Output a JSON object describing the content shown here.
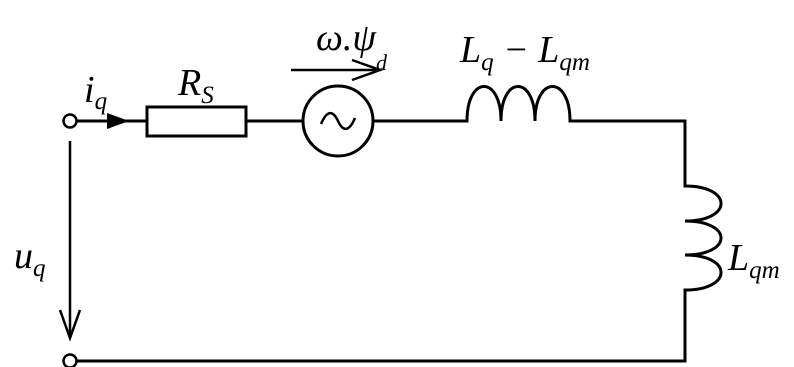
{
  "labels": {
    "current_main": "i",
    "current_sub": "q",
    "resistor_main": "R",
    "resistor_sub": "S",
    "emf": "ω.ψ",
    "emf_sub": "d",
    "leak_L1": "L",
    "leak_sub1": "q",
    "leak_minus": " − L",
    "leak_sub2": "qm",
    "mag_main": "L",
    "mag_sub": "qm",
    "voltage_main": "u",
    "voltage_sub": "q"
  }
}
